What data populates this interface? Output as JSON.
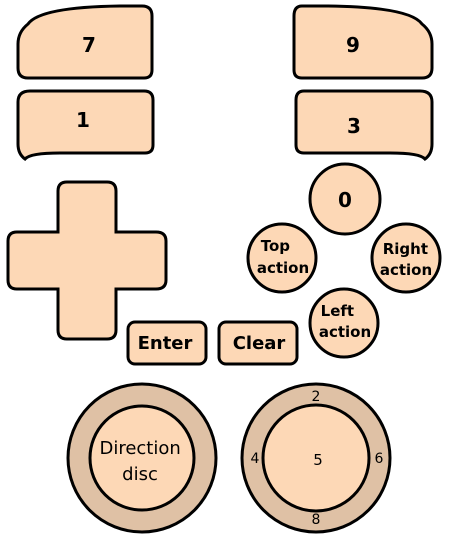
{
  "colors": {
    "button_fill": "#fdd8b6",
    "disc_ring": "#dfc1a5",
    "outline": "#000000",
    "background": "#ffffff"
  },
  "shoulder": {
    "top_left": "7",
    "top_right": "9",
    "bottom_left": "1",
    "bottom_right": "3"
  },
  "dpad": {
    "icon": "dpad-icon"
  },
  "face": {
    "zero": "0",
    "top_action": [
      "Top",
      "action"
    ],
    "right_action": [
      "Right",
      "action"
    ],
    "left_action": [
      "Left",
      "action"
    ]
  },
  "center": {
    "enter": "Enter",
    "clear": "Clear"
  },
  "direction_disc": {
    "label": [
      "Direction",
      "disc"
    ]
  },
  "number_disc": {
    "center": "5",
    "top": "2",
    "left": "4",
    "right": "6",
    "bottom": "8"
  }
}
